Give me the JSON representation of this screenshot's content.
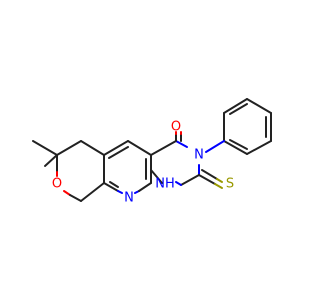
{
  "molecule": {
    "atoms": {
      "o_carbonyl": {
        "label": "O",
        "color": "#ff0000"
      },
      "o_ring": {
        "label": "O",
        "color": "#ff0000"
      },
      "n_phenyl": {
        "label": "N",
        "color": "#0000ff"
      },
      "n_pyridine": {
        "label": "N",
        "color": "#0000ff"
      },
      "nh": {
        "label": "NH",
        "color": "#0000ff"
      },
      "s_thione": {
        "label": "S",
        "color": "#999900"
      }
    }
  }
}
